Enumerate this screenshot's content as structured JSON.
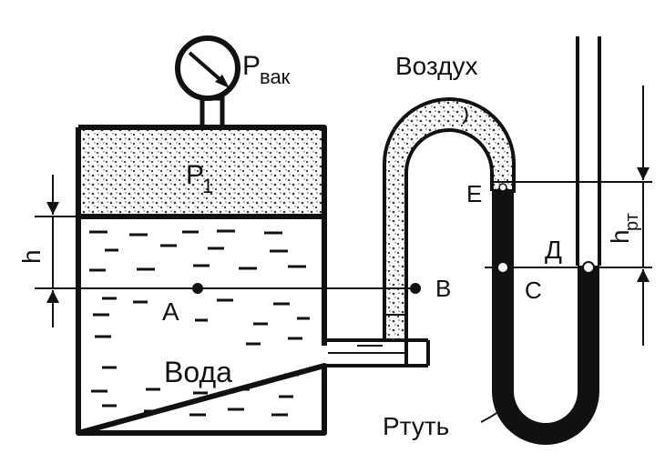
{
  "labels": {
    "p_vac": "Р",
    "p_vac_sub": "вак",
    "p1": "P",
    "p1_sub": "1",
    "air": "Воздух",
    "e": "E",
    "h_rt": "h",
    "h_rt_sub": "рт",
    "d": "Д",
    "h": "h",
    "a": "A",
    "b": "B",
    "c": "C",
    "water": "Вода",
    "mercury": "Ртуть"
  },
  "colors": {
    "ink": "#111111",
    "background": "#ffffff"
  }
}
